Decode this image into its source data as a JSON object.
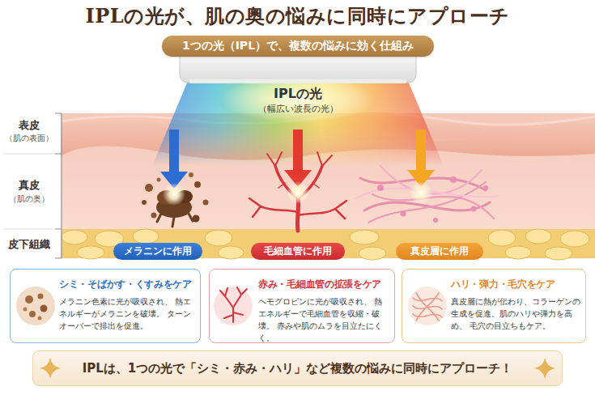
{
  "diagram": {
    "title": "IPLの光が、肌の奥の悩みに同時にアプローチ",
    "nodes": [
      {
        "text": [
          "1つの光（IPL）で、複数の悩みに効く仕組み"
        ]
      },
      {
        "text": [
          "メラニンに作用"
        ]
      },
      {
        "text": [
          "毛細血管に作用"
        ]
      },
      {
        "text": [
          "真皮層に作用"
        ]
      },
      {
        "text": [
          "シミ・そばかす・くすみをケア",
          "メラニン色素に光が吸収され、 熱エネルギーがメラニンを破壊。 ターンオーバーで排出を促進。"
        ]
      },
      {
        "text": [
          "赤み・毛細血管の拡張をケア",
          "ヘモグロビンに光が吸収され、 熱エネルギーで毛細血管を収縮・破壊。 赤みや肌のムラを目立たにくく。"
        ]
      },
      {
        "text": [
          "ハリ・弾力・毛穴をケア",
          "真皮層に熱が伝わり、コラーゲンの 生成を促進。肌のハリや弾力を高め、 毛穴の目立ちもケア。"
        ]
      },
      {
        "text": [
          "IPLは、1つの光で「シミ・赤み・ハリ」など複数の悩みに同時にアプローチ！"
        ]
      }
    ],
    "labels": [
      "IPLの光",
      "（幅広い波長の光）",
      "表皮",
      "（肌の表面）",
      "真皮",
      "（肌の奥）",
      "皮下組織"
    ]
  }
}
